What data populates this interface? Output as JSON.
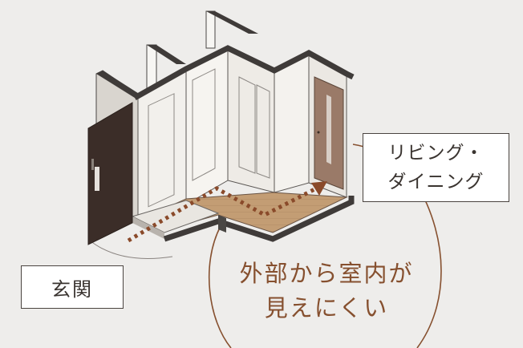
{
  "labels": {
    "living_line1": "リビング・",
    "living_line2": "ダイニング",
    "genkan": "玄関"
  },
  "caption": {
    "line1": "外部から室内が",
    "line2": "見えにくい"
  },
  "colors": {
    "background": "#eeedeb",
    "accent": "#86502f",
    "door": "#3b2d28",
    "floor": "#c39d74",
    "wall": "#f4f2ee"
  }
}
